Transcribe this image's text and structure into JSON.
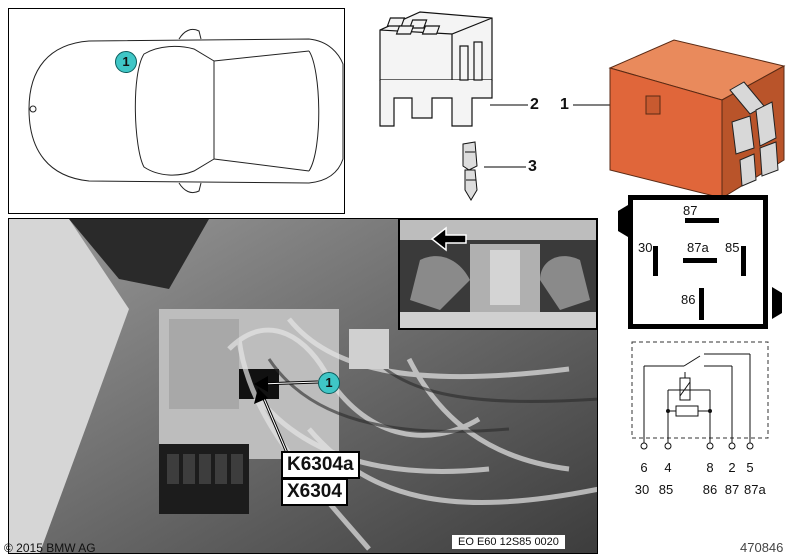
{
  "callouts": {
    "car_marker": "1",
    "photo_marker": "1"
  },
  "part_labels": {
    "relay": "1",
    "socket": "2",
    "terminal": "3"
  },
  "connector_labels": {
    "relay_id": "K6304a",
    "connector_id": "X6304"
  },
  "photo_caption": "EO E60 12S85 0020",
  "relay_face": {
    "pin_top": "87",
    "pin_left": "30",
    "pin_center": "87a",
    "pin_right": "85",
    "pin_bottom": "86"
  },
  "schematic": {
    "row1": [
      "6",
      "4",
      "8",
      "2",
      "5"
    ],
    "row2": [
      "30",
      "85",
      "86",
      "87",
      "87a"
    ]
  },
  "copyright": "© 2015 BMW AG",
  "figure_number": "470846",
  "colors": {
    "callout": "#3fc6c6",
    "relay_body": "#e0663a"
  }
}
